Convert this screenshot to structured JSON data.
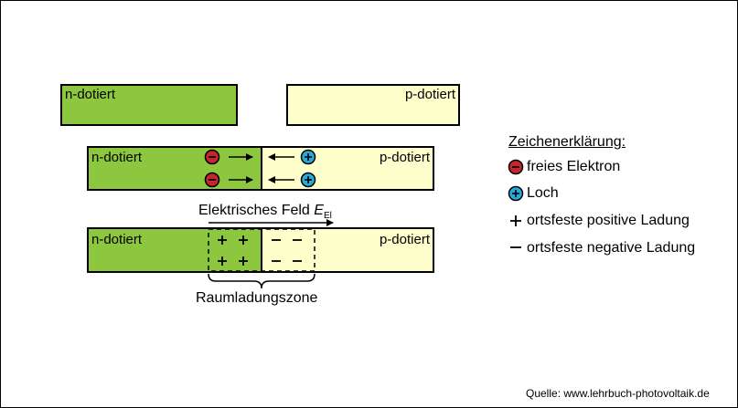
{
  "colors": {
    "n_region": "#8dc63f",
    "p_region": "#ffffcc",
    "electron": "#c1272d",
    "hole": "#29a9d6"
  },
  "row1": {
    "n_label": "n-dotiert",
    "p_label": "p-dotiert"
  },
  "row2": {
    "n_label": "n-dotiert",
    "p_label": "p-dotiert"
  },
  "row3": {
    "n_label": "n-dotiert",
    "p_label": "p-dotiert"
  },
  "field": {
    "label": "Elektrisches Feld ",
    "symbol": "E",
    "subscript": "El"
  },
  "zone_label": "Raumladungszone",
  "legend": {
    "title": "Zeichenerklärung:",
    "electron": "freies Elektron",
    "hole": "Loch",
    "positive": "ortsfeste positive Ladung",
    "negative": "ortsfeste negative Ladung"
  },
  "source": "Quelle: www.lehrbuch-photovoltaik.de"
}
